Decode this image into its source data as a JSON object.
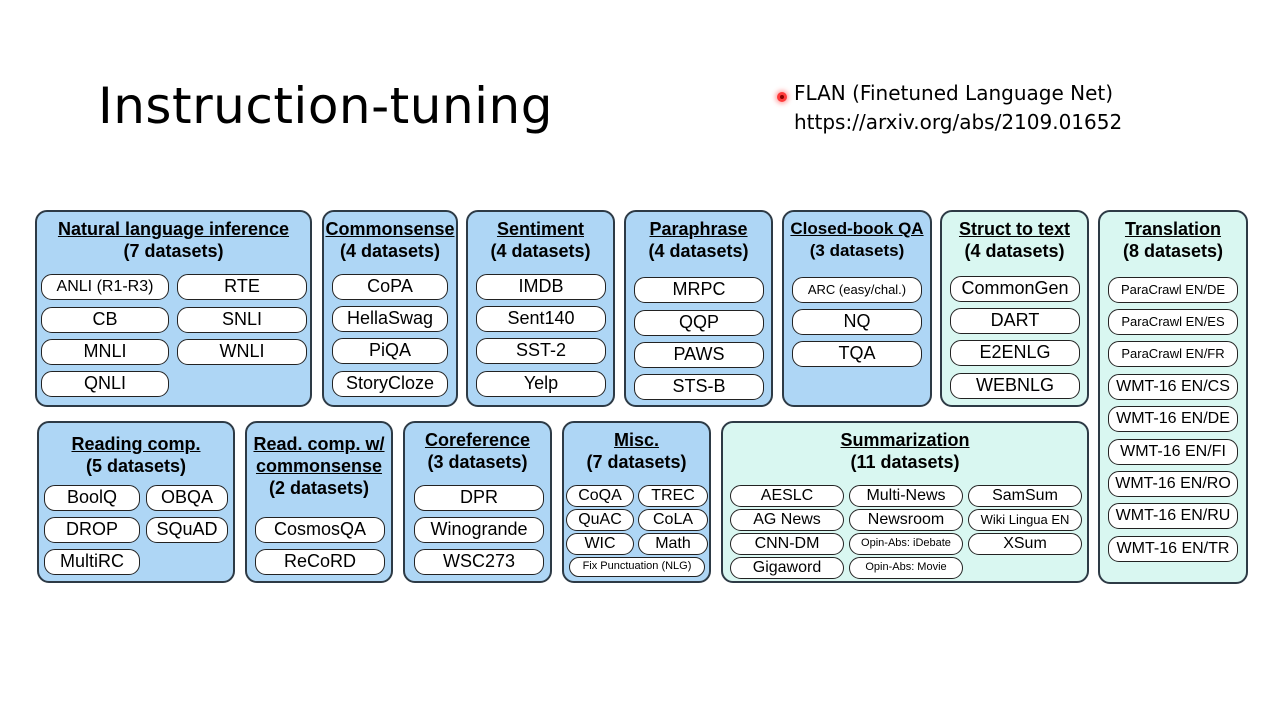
{
  "slide": {
    "title": "Instruction-tuning",
    "reference_line1": "FLAN (Finetuned Language Net)",
    "reference_line2": "https://arxiv.org/abs/2109.01652"
  },
  "colors": {
    "blue_fill": "#aed6f5",
    "cyan_fill": "#d9f7f1",
    "border": "#2d3a45"
  },
  "clusters": {
    "nli": {
      "name": "Natural language inference",
      "count": "(7 datasets)",
      "datasets": [
        "ANLI (R1-R3)",
        "RTE",
        "CB",
        "SNLI",
        "MNLI",
        "WNLI",
        "QNLI"
      ]
    },
    "commonsense": {
      "name": "Commonsense",
      "count": "(4 datasets)",
      "datasets": [
        "CoPA",
        "HellaSwag",
        "PiQA",
        "StoryCloze"
      ]
    },
    "sentiment": {
      "name": "Sentiment",
      "count": "(4 datasets)",
      "datasets": [
        "IMDB",
        "Sent140",
        "SST-2",
        "Yelp"
      ]
    },
    "paraphrase": {
      "name": "Paraphrase",
      "count": "(4 datasets)",
      "datasets": [
        "MRPC",
        "QQP",
        "PAWS",
        "STS-B"
      ]
    },
    "closed_qa": {
      "name": "Closed-book QA",
      "count": "(3 datasets)",
      "datasets": [
        "ARC (easy/chal.)",
        "NQ",
        "TQA"
      ]
    },
    "struct": {
      "name": "Struct to text",
      "count": "(4 datasets)",
      "datasets": [
        "CommonGen",
        "DART",
        "E2ENLG",
        "WEBNLG"
      ]
    },
    "translation": {
      "name": "Translation",
      "count": "(8 datasets)",
      "datasets": [
        "ParaCrawl EN/DE",
        "ParaCrawl EN/ES",
        "ParaCrawl EN/FR",
        "WMT-16 EN/CS",
        "WMT-16 EN/DE",
        "WMT-16 EN/FI",
        "WMT-16 EN/RO",
        "WMT-16 EN/RU",
        "WMT-16 EN/TR"
      ]
    },
    "reading": {
      "name": "Reading comp.",
      "count": "(5 datasets)",
      "datasets": [
        "BoolQ",
        "OBQA",
        "DROP",
        "SQuAD",
        "MultiRC"
      ]
    },
    "read_cs": {
      "name_line1": "Read. comp. w/",
      "name_line2": "commonsense",
      "count": "(2 datasets)",
      "datasets": [
        "CosmosQA",
        "ReCoRD"
      ]
    },
    "coref": {
      "name": "Coreference",
      "count": "(3 datasets)",
      "datasets": [
        "DPR",
        "Winogrande",
        "WSC273"
      ]
    },
    "misc": {
      "name": "Misc.",
      "count": "(7 datasets)",
      "datasets": [
        "CoQA",
        "TREC",
        "QuAC",
        "CoLA",
        "WIC",
        "Math",
        "Fix Punctuation (NLG)"
      ]
    },
    "summ": {
      "name": "Summarization",
      "count": "(11 datasets)",
      "datasets": [
        "AESLC",
        "Multi-News",
        "SamSum",
        "AG News",
        "Newsroom",
        "Wiki Lingua EN",
        "CNN-DM",
        "Opin-Abs: iDebate",
        "XSum",
        "Gigaword",
        "Opin-Abs: Movie"
      ]
    }
  }
}
